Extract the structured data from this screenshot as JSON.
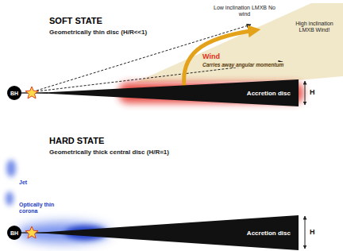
{
  "diagram": {
    "nodes": [
      {
        "text": [
          "BH"
        ]
      },
      {
        "text": [
          "Accretion disc"
        ]
      },
      {
        "text": [
          "BH"
        ]
      },
      {
        "text": [
          "Accretion disc"
        ]
      }
    ],
    "labels": [
      "SOFT STATE",
      "Geometrically thin disc (H/R<<1)",
      "Low inclination LMXB No wind",
      "High inclination LMXB Wind!",
      "Wind",
      "Carries away angular momentum",
      "H",
      "HARD STATE",
      "Geometrically thick central disc (H/R=1)",
      "Jet",
      "Optically thin corona",
      "H"
    ]
  }
}
